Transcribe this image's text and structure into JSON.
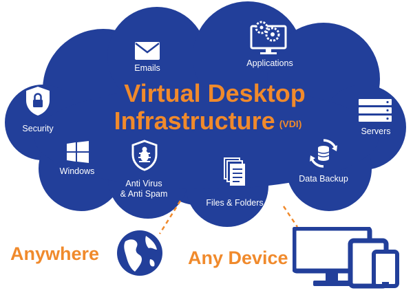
{
  "title": {
    "line1": "Virtual Desktop",
    "line2": "Infrastructure",
    "suffix": "(VDI)"
  },
  "items": {
    "emails": "Emails",
    "applications": "Applications",
    "security": "Security",
    "servers": "Servers",
    "windows": "Windows",
    "antivirus_line1": "Anti Virus",
    "antivirus_line2": "& Anti Spam",
    "files": "Files & Folders",
    "backup": "Data Backup"
  },
  "access": {
    "anywhere": "Anywhere",
    "any_device": "Any Device"
  },
  "colors": {
    "cloud": "#223f9a",
    "accent": "#f08a2c",
    "icon": "#ffffff"
  }
}
